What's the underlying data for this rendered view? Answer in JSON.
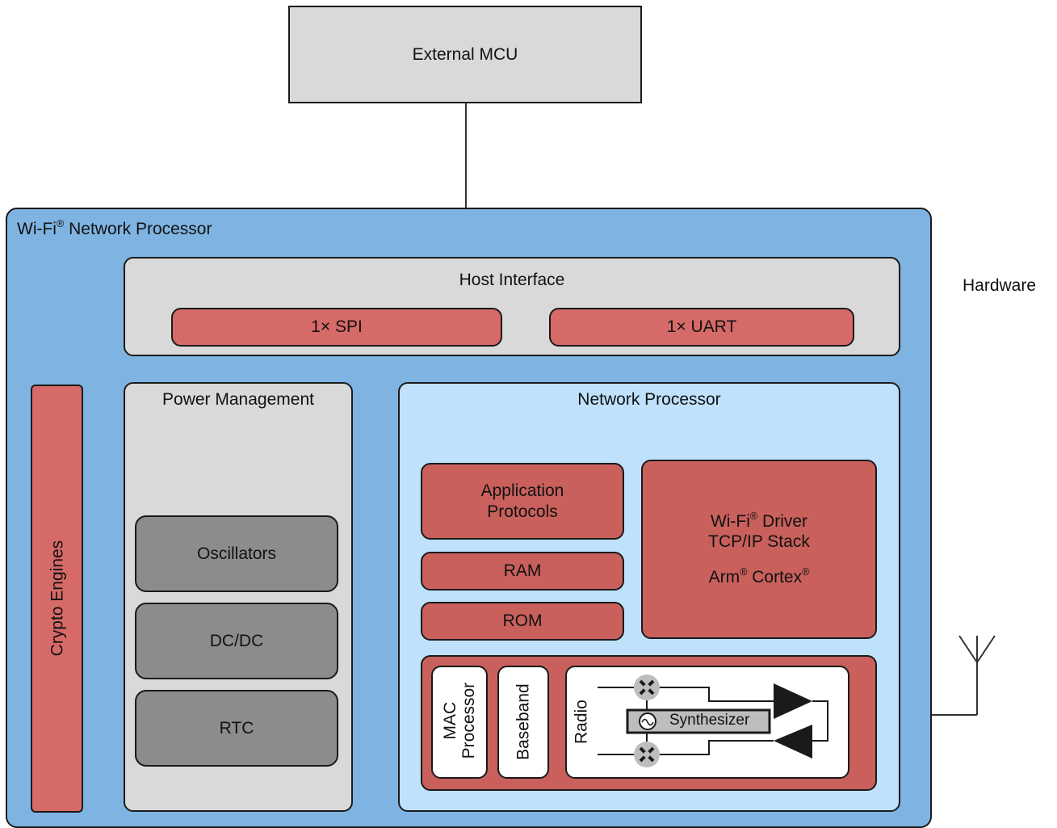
{
  "external_mcu": {
    "label": "External MCU"
  },
  "hardware_label": "Hardware",
  "processor": {
    "title_prefix": "Wi-Fi",
    "title_sup": "®",
    "title_suffix": " Network Processor"
  },
  "host_interface": {
    "title": "Host Interface",
    "spi": "1× SPI",
    "uart": "1× UART"
  },
  "crypto": {
    "label": "Crypto Engines"
  },
  "power_management": {
    "title": "Power Management",
    "items": [
      "Oscillators",
      "DC/DC",
      "RTC"
    ]
  },
  "network_processor": {
    "title": "Network Processor",
    "app_protocols_line1": "Application",
    "app_protocols_line2": "Protocols",
    "ram": "RAM",
    "rom": "ROM",
    "driver": {
      "wifi": "Wi-Fi",
      "sup": "®",
      "driver": " Driver",
      "stack": "TCP/IP Stack",
      "arm": "Arm",
      "cortex": " Cortex"
    },
    "mac_line1": "MAC",
    "mac_line2": "Processor",
    "baseband": "Baseband",
    "radio": "Radio",
    "synthesizer": "Synthesizer"
  },
  "colors": {
    "processor_bg": "#7fb4e2",
    "network_bg": "#bfe1fb",
    "block_red": "#d66a68",
    "gray": "#d9d9d9",
    "dark_gray": "#8c8c8c"
  }
}
